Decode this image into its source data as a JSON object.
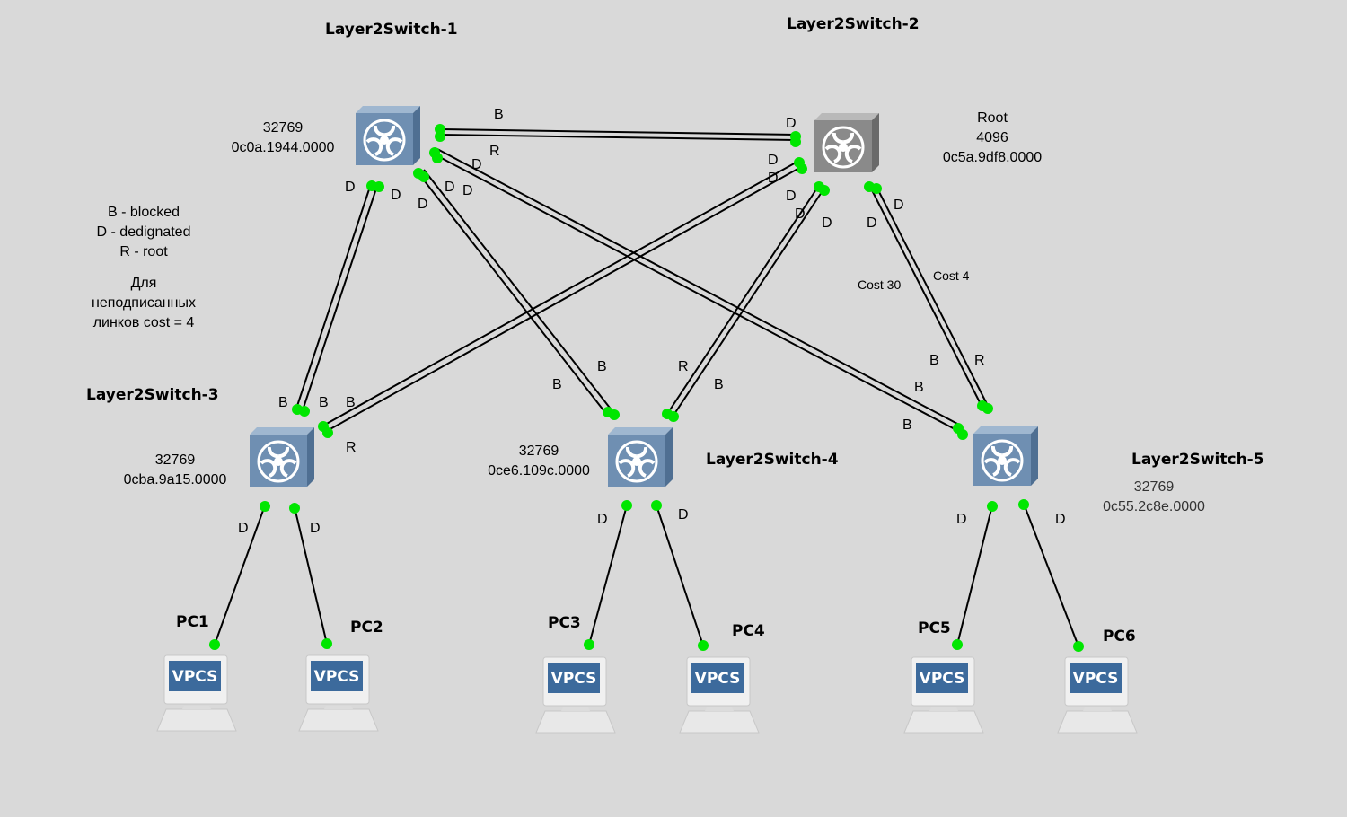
{
  "switches": [
    {
      "id": "sw1",
      "name": "Layer2Switch-1",
      "priority": "32769",
      "mac": "0c0a.1944.0000",
      "root_label": ""
    },
    {
      "id": "sw2",
      "name": "Layer2Switch-2",
      "priority": "4096",
      "mac": "0c5a.9df8.0000",
      "root_label": "Root"
    },
    {
      "id": "sw3",
      "name": "Layer2Switch-3",
      "priority": "32769",
      "mac": "0cba.9a15.0000",
      "root_label": ""
    },
    {
      "id": "sw4",
      "name": "Layer2Switch-4",
      "priority": "32769",
      "mac": "0ce6.109c.0000",
      "root_label": ""
    },
    {
      "id": "sw5",
      "name": "Layer2Switch-5",
      "priority": "32769",
      "mac": "0c55.2c8e.0000",
      "root_label": ""
    }
  ],
  "pcs": [
    {
      "name": "PC1",
      "type_label": "VPCS"
    },
    {
      "name": "PC2",
      "type_label": "VPCS"
    },
    {
      "name": "PC3",
      "type_label": "VPCS"
    },
    {
      "name": "PC4",
      "type_label": "VPCS"
    },
    {
      "name": "PC5",
      "type_label": "VPCS"
    },
    {
      "name": "PC6",
      "type_label": "VPCS"
    }
  ],
  "legend": {
    "lines": [
      "B - blocked",
      "D - dedignated",
      "R - root"
    ],
    "note_lines": [
      "Для",
      "неподписанных",
      "линков cost = 4"
    ]
  },
  "costs": {
    "cost_30": "Cost 30",
    "cost_4": "Cost 4"
  },
  "port_states": [
    "B",
    "D",
    "R",
    "D",
    "D",
    "D",
    "D",
    "D",
    "D",
    "D",
    "D",
    "D",
    "D",
    "D",
    "D",
    "D",
    "D",
    "B",
    "B",
    "B",
    "R",
    "B",
    "R",
    "B",
    "B",
    "B",
    "R",
    "B",
    "B",
    "D",
    "D",
    "D",
    "D",
    "D",
    "D"
  ],
  "colors": {
    "background": "#d9d9d9",
    "port_dot": "#00e600",
    "switch": "#6f8fb2",
    "root_switch": "#8a8a8a"
  }
}
